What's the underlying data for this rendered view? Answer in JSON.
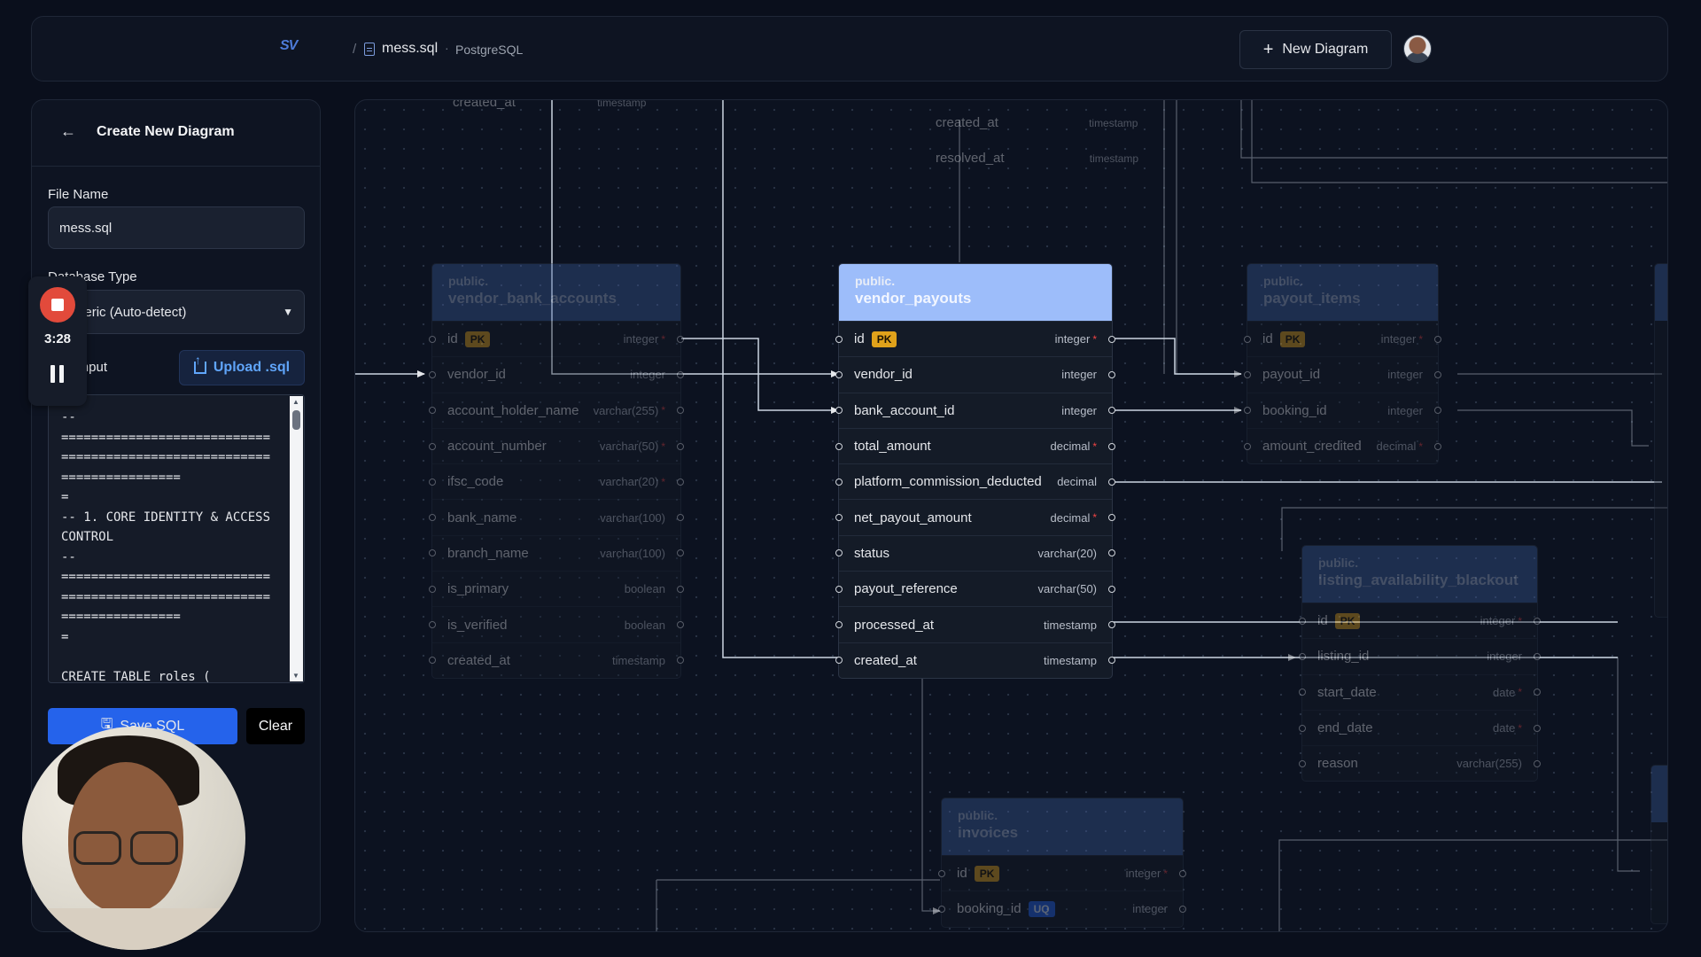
{
  "topbar": {
    "logo": "SV",
    "breadcrumb_separator": "/",
    "file_name": "mess.sql",
    "db_engine": "PostgreSQL",
    "new_diagram_label": "New Diagram"
  },
  "panel": {
    "title": "Create New Diagram",
    "file_name_label": "File Name",
    "file_name_value": "mess.sql",
    "db_type_label": "Database Type",
    "db_type_value": "Generic (Auto-detect)",
    "sql_input_label": "SQL Input",
    "upload_label": "Upload .sql",
    "sql_text": "--\n========================================================================\n=\n-- 1. CORE IDENTITY & ACCESS CONTROL\n--\n========================================================================\n=\n\nCREATE TABLE roles (",
    "save_label": "Save SQL",
    "clear_label": "Clear"
  },
  "recorder": {
    "time": "3:28"
  },
  "canvas": {
    "ghost_top_left": {
      "field": "created_at",
      "type": "timestamp"
    },
    "ghost_top_mid": [
      {
        "field": "created_at",
        "type": "timestamp"
      },
      {
        "field": "resolved_at",
        "type": "timestamp"
      }
    ],
    "tables": [
      {
        "schema": "public.",
        "name": "vendor_bank_accounts",
        "dim": true,
        "fields": [
          {
            "name": "id",
            "badge": "PK",
            "type": "integer",
            "req": true
          },
          {
            "name": "vendor_id",
            "type": "integer",
            "req": false
          },
          {
            "name": "account_holder_name",
            "type": "varchar(255)",
            "req": true
          },
          {
            "name": "account_number",
            "type": "varchar(50)",
            "req": true
          },
          {
            "name": "ifsc_code",
            "type": "varchar(20)",
            "req": true
          },
          {
            "name": "bank_name",
            "type": "varchar(100)",
            "req": false
          },
          {
            "name": "branch_name",
            "type": "varchar(100)",
            "req": false
          },
          {
            "name": "is_primary",
            "type": "boolean",
            "req": false
          },
          {
            "name": "is_verified",
            "type": "boolean",
            "req": false
          },
          {
            "name": "created_at",
            "type": "timestamp",
            "req": false
          }
        ]
      },
      {
        "schema": "public.",
        "name": "vendor_payouts",
        "dim": false,
        "fields": [
          {
            "name": "id",
            "badge": "PK",
            "type": "integer",
            "req": true
          },
          {
            "name": "vendor_id",
            "type": "integer",
            "req": false
          },
          {
            "name": "bank_account_id",
            "type": "integer",
            "req": false
          },
          {
            "name": "total_amount",
            "type": "decimal",
            "req": true
          },
          {
            "name": "platform_commission_deducted",
            "type": "decimal",
            "req": false
          },
          {
            "name": "net_payout_amount",
            "type": "decimal",
            "req": true
          },
          {
            "name": "status",
            "type": "varchar(20)",
            "req": false
          },
          {
            "name": "payout_reference",
            "type": "varchar(50)",
            "req": false
          },
          {
            "name": "processed_at",
            "type": "timestamp",
            "req": false
          },
          {
            "name": "created_at",
            "type": "timestamp",
            "req": false
          }
        ]
      },
      {
        "schema": "public.",
        "name": "payout_items",
        "dim": true,
        "fields": [
          {
            "name": "id",
            "badge": "PK",
            "type": "integer",
            "req": true
          },
          {
            "name": "payout_id",
            "type": "integer",
            "req": false
          },
          {
            "name": "booking_id",
            "type": "integer",
            "req": false
          },
          {
            "name": "amount_credited",
            "type": "decimal",
            "req": true
          }
        ]
      },
      {
        "schema": "public.",
        "name": "listing_availability_blackout",
        "dim": true,
        "fields": [
          {
            "name": "id",
            "badge": "PK",
            "type": "integer",
            "req": true
          },
          {
            "name": "listing_id",
            "type": "integer",
            "req": false
          },
          {
            "name": "start_date",
            "type": "date",
            "req": true
          },
          {
            "name": "end_date",
            "type": "date",
            "req": true
          },
          {
            "name": "reason",
            "type": "varchar(255)",
            "req": false
          }
        ]
      },
      {
        "schema": "public.",
        "name": "invoices",
        "dim": true,
        "fields": [
          {
            "name": "id",
            "badge": "PK",
            "type": "integer",
            "req": true
          },
          {
            "name": "booking_id",
            "badge": "UQ",
            "type": "integer",
            "req": false
          }
        ]
      }
    ]
  }
}
